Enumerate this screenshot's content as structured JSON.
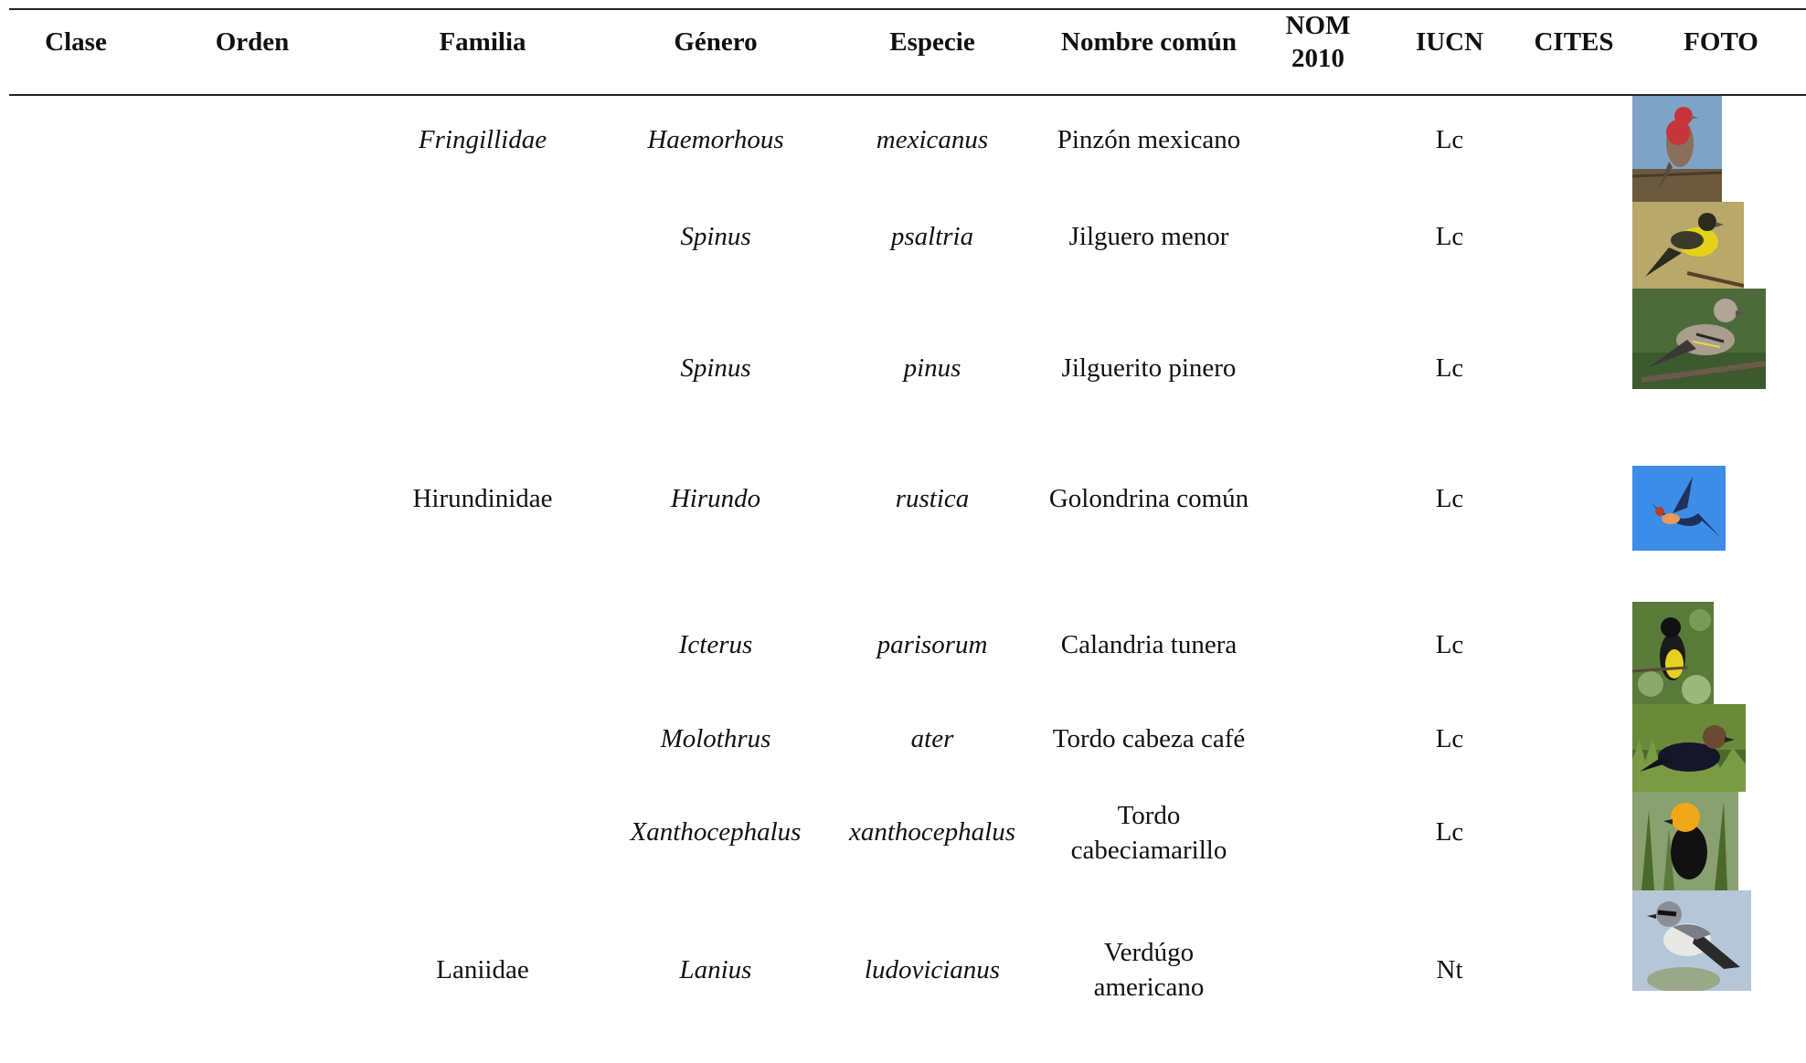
{
  "headers": {
    "clase": "Clase",
    "orden": "Orden",
    "familia": "Familia",
    "genero": "Género",
    "especie": "Especie",
    "nombre": "Nombre común",
    "nom_line1": "NOM",
    "nom_line2": "2010",
    "iucn": "IUCN",
    "cites": "CITES",
    "foto": "FOTO"
  },
  "rows": [
    {
      "familia": "Fringillidae",
      "genero": "Haemorhous",
      "especie": "mexicanus",
      "nombre_l1": "Pinzón mexicano",
      "nombre_l2": "",
      "iucn": "Lc",
      "photo": "house-finch-photo"
    },
    {
      "familia": "",
      "genero": "Spinus",
      "especie": "psaltria",
      "nombre_l1": "Jilguero menor",
      "nombre_l2": "",
      "iucn": "Lc",
      "photo": "lesser-goldfinch-photo"
    },
    {
      "familia": "",
      "genero": "Spinus",
      "especie": "pinus",
      "nombre_l1": "Jilguerito pinero",
      "nombre_l2": "",
      "iucn": "Lc",
      "photo": "pine-siskin-photo"
    },
    {
      "familia": "Hirundinidae",
      "genero": "Hirundo",
      "especie": "rustica",
      "nombre_l1": "Golondrina común",
      "nombre_l2": "",
      "iucn": "Lc",
      "photo": "barn-swallow-photo"
    },
    {
      "familia": "",
      "genero": "Icterus",
      "especie": "parisorum",
      "nombre_l1": "Calandria tunera",
      "nombre_l2": "",
      "iucn": "Lc",
      "photo": "scotts-oriole-photo"
    },
    {
      "familia": "",
      "genero": "Molothrus",
      "especie": "ater",
      "nombre_l1": "Tordo cabeza café",
      "nombre_l2": "",
      "iucn": "Lc",
      "photo": "cowbird-photo"
    },
    {
      "familia": "",
      "genero": "Xanthocephalus",
      "especie": "xanthocephalus",
      "nombre_l1": "Tordo",
      "nombre_l2": "cabeciamarillo",
      "iucn": "Lc",
      "photo": "yellow-headed-blackbird-photo"
    },
    {
      "familia": "Laniidae",
      "genero": "Lanius",
      "especie": "ludovicianus",
      "nombre_l1": "Verdúgo",
      "nombre_l2": "americano",
      "iucn": "Nt",
      "photo": "loggerhead-shrike-photo"
    }
  ]
}
